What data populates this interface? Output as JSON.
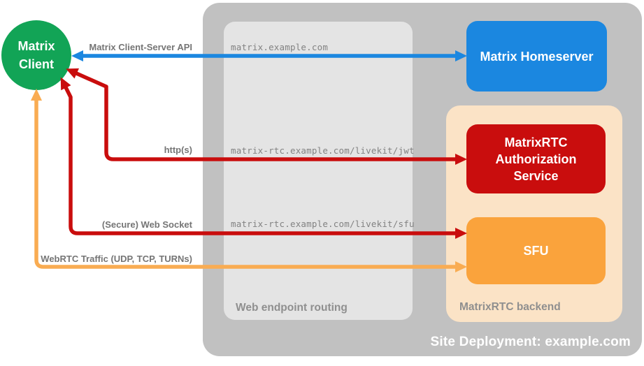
{
  "colors": {
    "green": "#12A456",
    "blue": "#1B87E0",
    "red": "#C90D0D",
    "orange": "#FAA33C",
    "orange_arrow": "#F9AC52",
    "peach": "#FBE3C6",
    "container_gray": "#C1C1C1",
    "routing_gray": "#E4E4E4",
    "label_gray": "#757575",
    "url_gray": "#828282",
    "caption_gray": "#8F8F8F",
    "white": "#FFFFFF"
  },
  "client": {
    "line1": "Matrix",
    "line2": "Client"
  },
  "site": {
    "caption": "Site Deployment: example.com"
  },
  "routing": {
    "caption": "Web endpoint routing",
    "endpoints": [
      {
        "host": "matrix.example.com"
      },
      {
        "host": "matrix-rtc.example.com/livekit/jwt"
      },
      {
        "host": "matrix-rtc.example.com/livekit/sfu"
      }
    ]
  },
  "backend": {
    "caption": "MatrixRTC backend"
  },
  "nodes": {
    "homeserver": {
      "label": "Matrix Homeserver"
    },
    "auth": {
      "line1": "MatrixRTC",
      "line2": "Authorization",
      "line3": "Service"
    },
    "sfu": {
      "label": "SFU"
    }
  },
  "arrows": {
    "api": {
      "label": "Matrix Client-Server API"
    },
    "http": {
      "label": "http(s)"
    },
    "websocket": {
      "label": "(Secure) Web Socket"
    },
    "webrtc": {
      "label": "WebRTC Traffic (UDP, TCP, TURNs)"
    }
  }
}
